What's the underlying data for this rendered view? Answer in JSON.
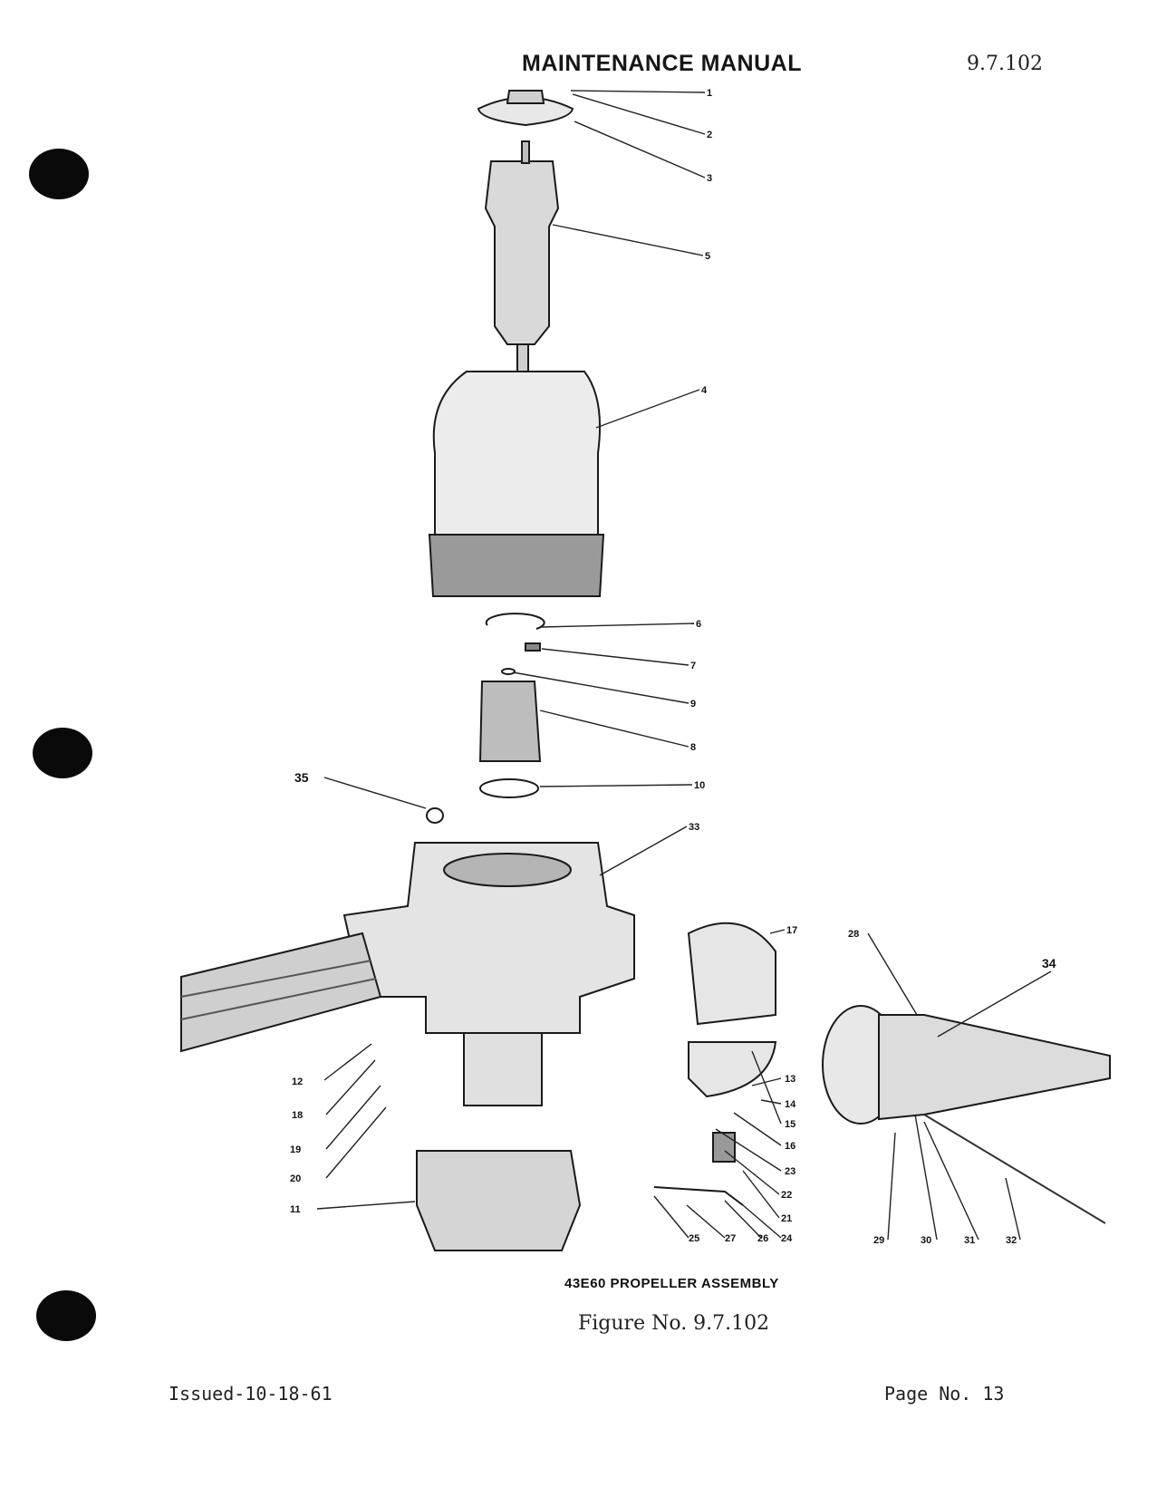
{
  "header": {
    "title": "MAINTENANCE MANUAL",
    "section_number": "9.7.102"
  },
  "figure": {
    "caption": "43E60 PROPELLER ASSEMBLY",
    "number_label": "Figure No. 9.7.102",
    "callouts": [
      "1",
      "2",
      "3",
      "5",
      "4",
      "6",
      "7",
      "9",
      "8",
      "10",
      "35",
      "33",
      "17",
      "28",
      "34",
      "12",
      "18",
      "19",
      "20",
      "11",
      "13",
      "14",
      "15",
      "16",
      "23",
      "22",
      "21",
      "25",
      "27",
      "26",
      "24",
      "29",
      "30",
      "31",
      "32"
    ]
  },
  "footer": {
    "issued": "Issued-10-18-61",
    "page": "Page No. 13"
  }
}
